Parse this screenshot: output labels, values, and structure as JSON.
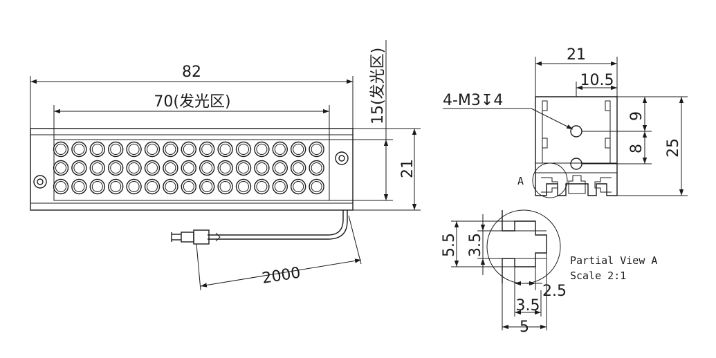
{
  "front_view": {
    "width_label": "82",
    "emitting_width_label": "70(发光区)",
    "height_label": "21",
    "emitting_height_label": "15(发光区)",
    "cable_length_label": "2000",
    "led_rows": 3,
    "led_columns": 15
  },
  "side_view": {
    "width_label": "21",
    "half_width_label": "10.5",
    "hole_label": "4-M3↧4",
    "upper_pitch_label": "9",
    "lower_pitch_label": "8",
    "height_label": "25",
    "view_marker": "A"
  },
  "detail_view": {
    "outer_height_label": "5.5",
    "inner_height_label": "3.5",
    "slot_label": "2.5",
    "inner_width_label": "3.5",
    "outer_width_label": "5",
    "title": "Partial View A",
    "scale": "Scale 2:1"
  }
}
